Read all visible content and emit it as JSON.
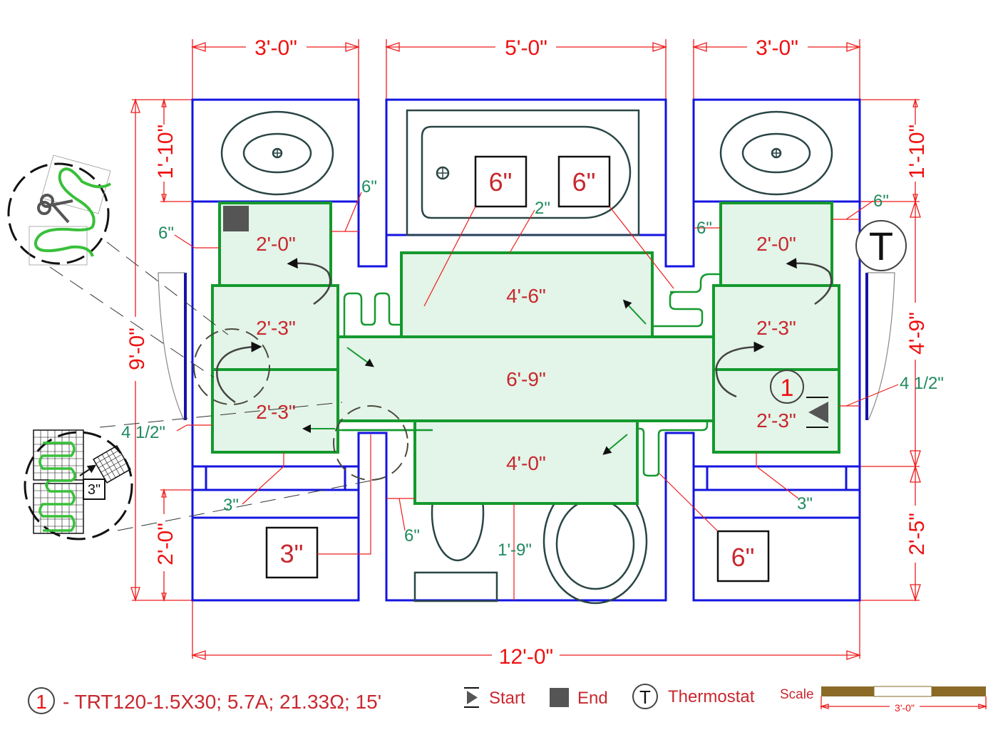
{
  "drawing": {
    "type": "floor heating mat layout",
    "overall_dims": {
      "width": "12'-0\"",
      "height": "9'-0\"",
      "top_segments": [
        "3'-0\"",
        "5'-0\"",
        "3'-0\""
      ],
      "left_segments": [
        "1'-10\"",
        "2'-0\""
      ],
      "right_segments": [
        "1'-10\"",
        "4'-9\"",
        "2'-5\""
      ]
    },
    "mats": [
      {
        "id": "left-top",
        "label": "2'-0\""
      },
      {
        "id": "left-mid",
        "label": "2'-3\""
      },
      {
        "id": "left-bot",
        "label": "2'-3\""
      },
      {
        "id": "center-top",
        "label": "4'-6\""
      },
      {
        "id": "center-main",
        "label": "6'-9\""
      },
      {
        "id": "center-bot",
        "label": "4'-0\""
      },
      {
        "id": "right-top",
        "label": "2'-0\""
      },
      {
        "id": "right-mid",
        "label": "2'-3\""
      },
      {
        "id": "right-bot",
        "label": "2'-3\""
      }
    ],
    "clearances": {
      "left_top_side": "6\"",
      "left_top_right": "6\"",
      "center_top": "2\"",
      "right_top_left": "6\"",
      "right_top_right": "6\"",
      "left_side": "4 1/2\"",
      "right_side": "4 1/2\"",
      "left_bottom": "3\"",
      "right_bottom": "3\"",
      "center_bottom_left": "6\"",
      "center_bottom": "1'-9\""
    },
    "callouts": {
      "tub_left": "6\"",
      "tub_right": "6\"",
      "left_vanity": "3\"",
      "right_vanity": "6\"",
      "detail_turn": "3\""
    },
    "circuit_tag": "1",
    "thermostat_symbol": "T"
  },
  "legend": {
    "circuit_number": "1",
    "circuit_spec": "- TRT120-1.5X30; 5.7A; 21.33Ω; 15'",
    "start_label": "Start",
    "end_label": "End",
    "thermostat_symbol": "T",
    "thermostat_label": "Thermostat",
    "scale_label": "Scale",
    "scale_length": "3'-0\""
  },
  "colors": {
    "walls": "#1414e0",
    "mats": "#14992e",
    "mat_fill": "#e3f4e8",
    "dimensions": "#ee1111",
    "clearance_text": "#1f8a5e",
    "scale_bar": "#8a6a26"
  }
}
